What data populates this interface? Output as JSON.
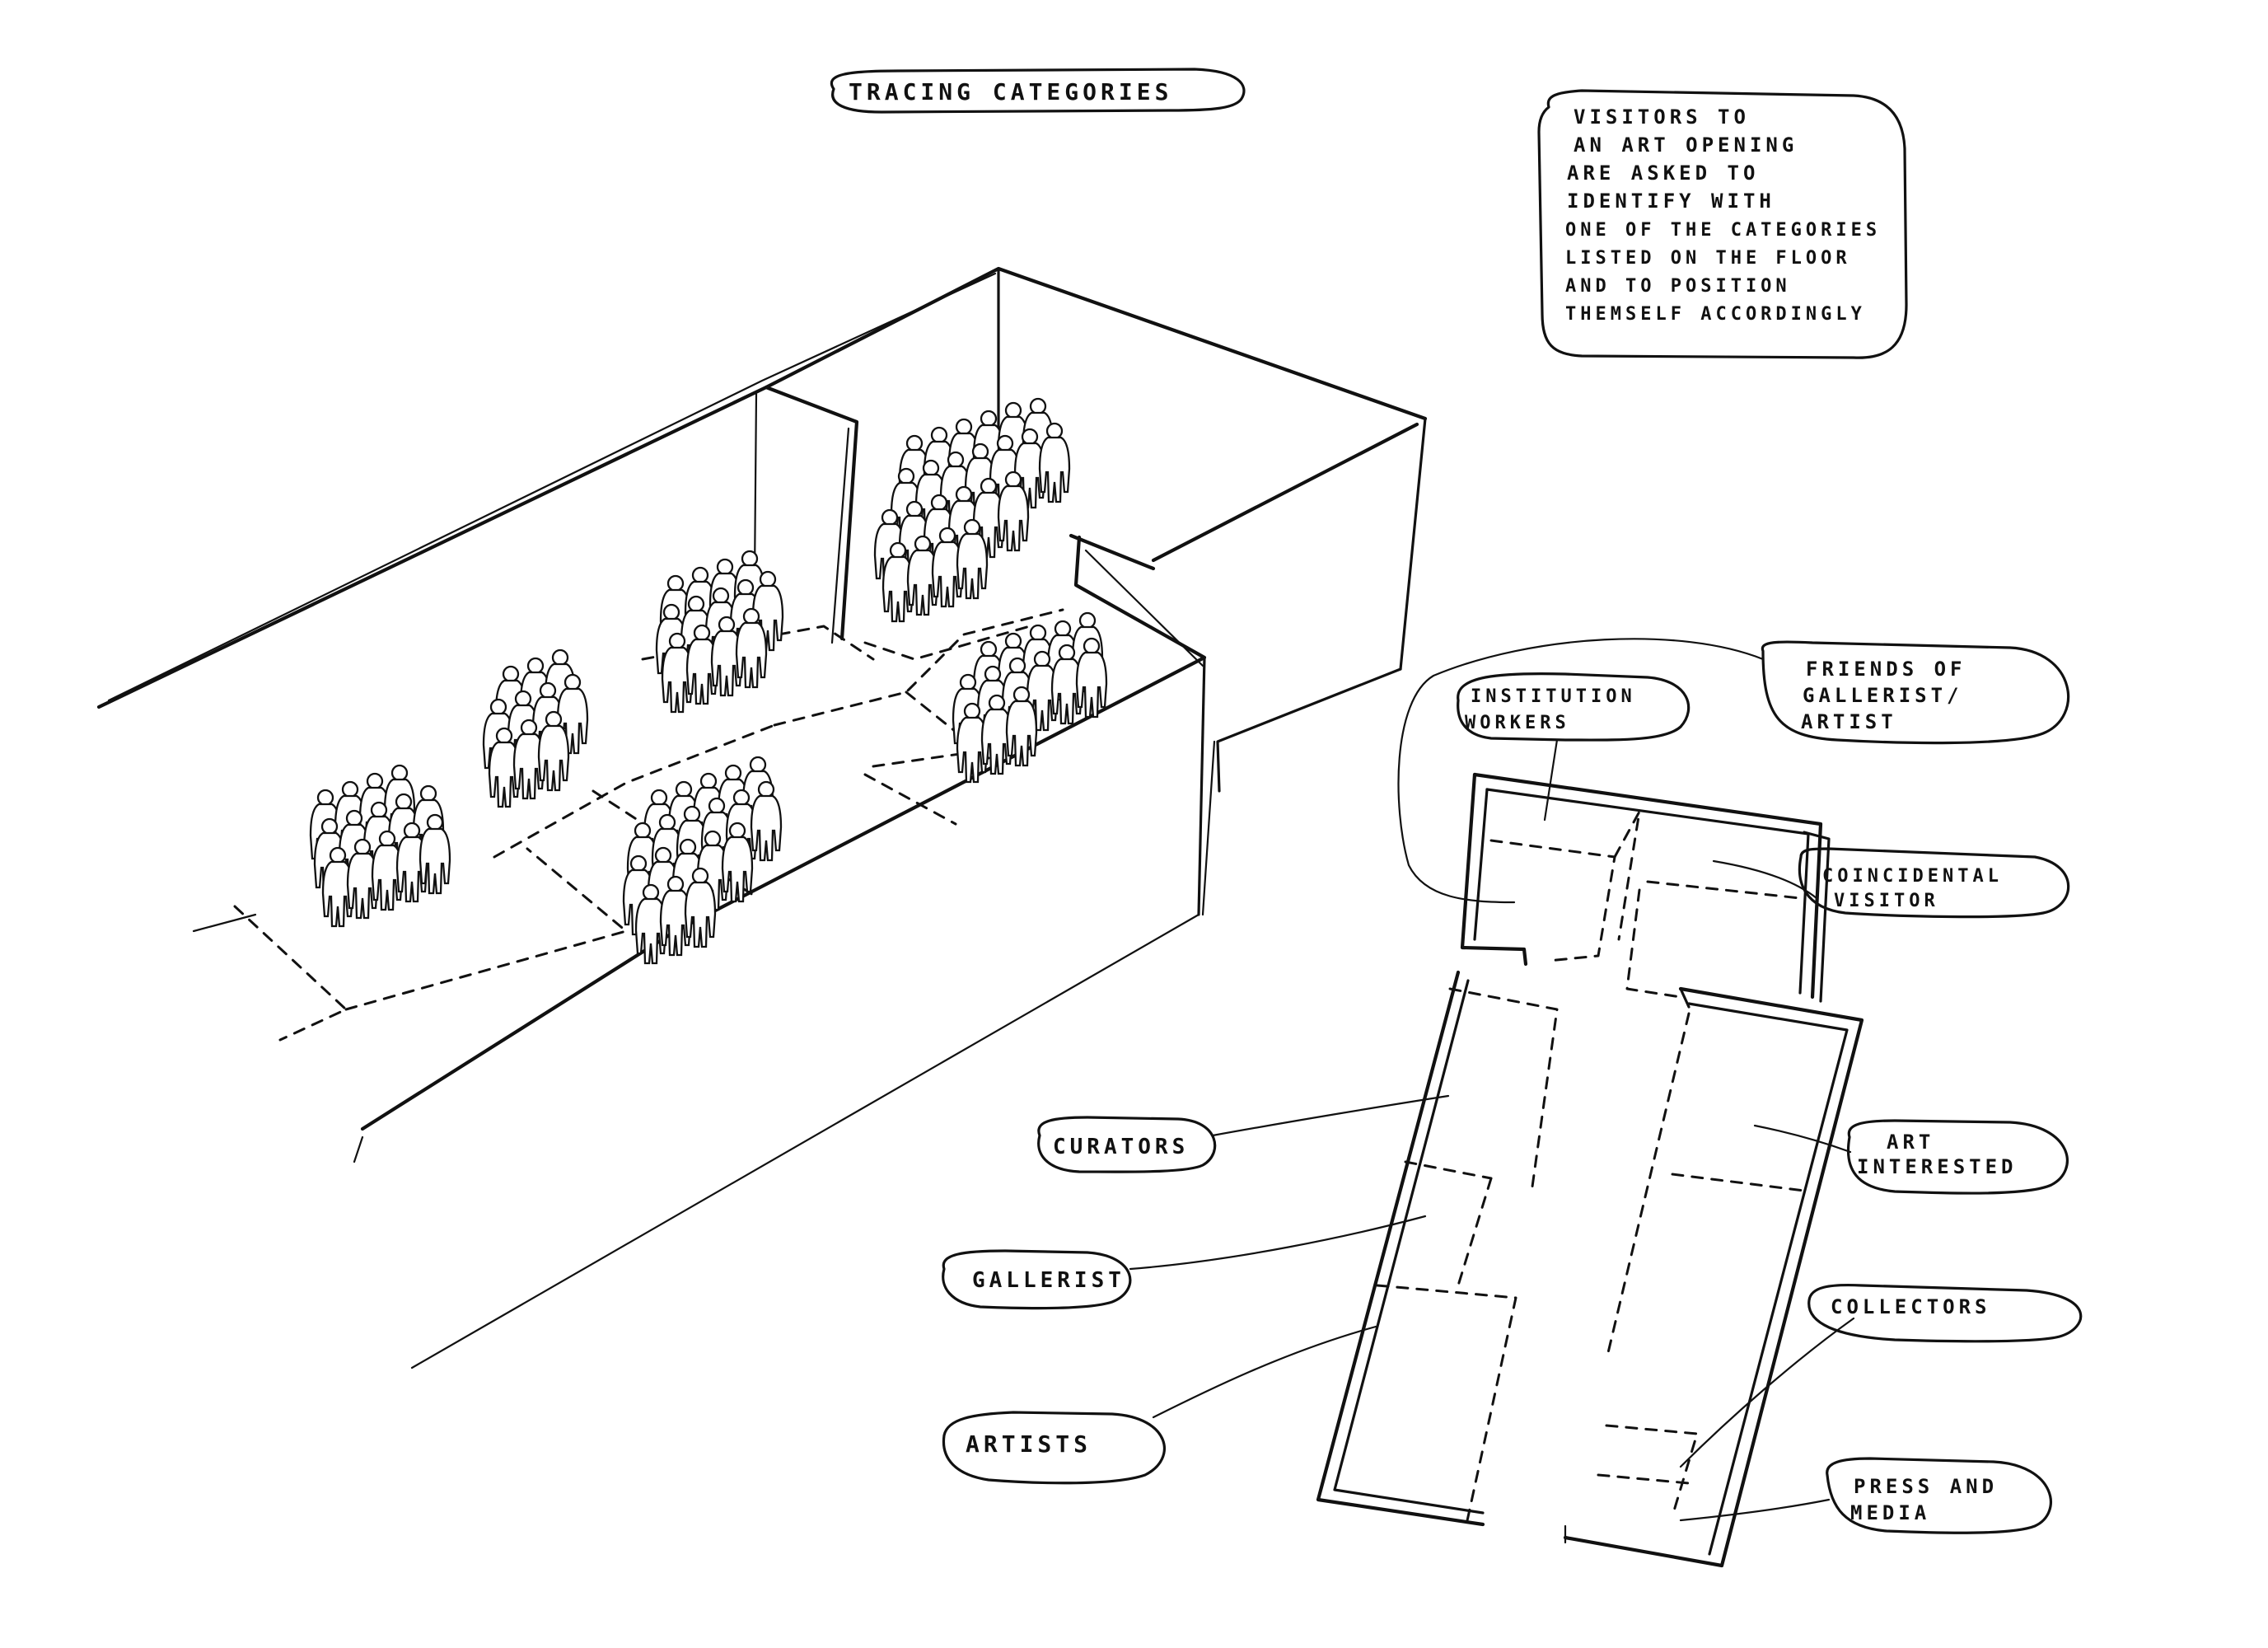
{
  "title": "TRACING CATEGORIES",
  "note_lines": [
    "VISITORS TO",
    "AN ART OPENING",
    "ARE ASKED TO",
    "IDENTIFY WITH",
    "ONE OF THE CATEGORIES",
    "LISTED ON THE FLOOR",
    "AND TO POSITION",
    "THEMSELF ACCORDINGLY"
  ],
  "labels": {
    "institution_workers": [
      "INSTITUTION",
      "WORKERS"
    ],
    "friends": [
      "FRIENDS OF",
      "GALLERIST/",
      "ARTIST"
    ],
    "coincidental_visitor": [
      "COINCIDENTAL",
      "VISITOR"
    ],
    "curators": "CURATORS",
    "gallerist": "GALLERIST",
    "artists": "ARTISTS",
    "art_interested": [
      "ART",
      "INTERESTED"
    ],
    "collectors": "COLLECTORS",
    "press_media": [
      "PRESS AND",
      "MEDIA"
    ]
  }
}
